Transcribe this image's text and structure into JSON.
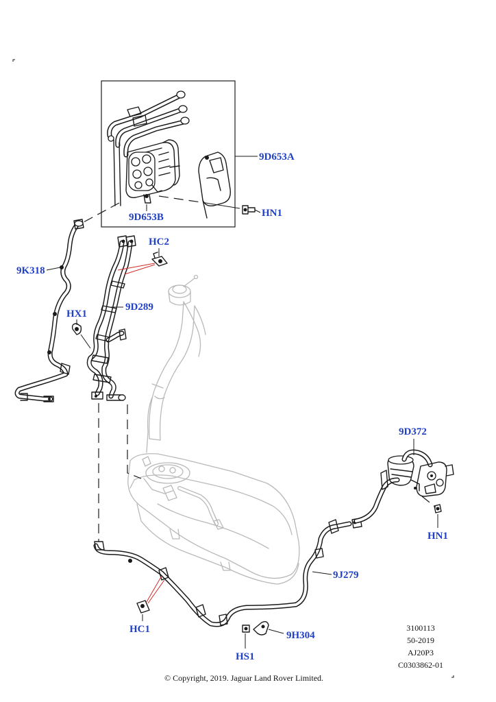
{
  "callouts": {
    "c_9d653a": "9D653A",
    "c_9d653b": "9D653B",
    "c_hn1_top": "HN1",
    "c_hc2": "HC2",
    "c_9k318": "9K318",
    "c_9d289": "9D289",
    "c_hx1": "HX1",
    "c_9d372": "9D372",
    "c_hn1_right": "HN1",
    "c_9j279": "9J279",
    "c_hc1": "HC1",
    "c_9h304": "9H304",
    "c_hs1": "HS1"
  },
  "reference": {
    "line1": "3100113",
    "line2": "50-2019",
    "line3": "AJ20P3",
    "line4": "C0303862-01"
  },
  "copyright": "© Copyright, 2019. Jaguar Land Rover Limited.",
  "colors": {
    "callout": "#1f3fc6",
    "leader_red": "#d22a2a",
    "line": "#1a1a1a",
    "ghost": "#b9b9b9"
  }
}
